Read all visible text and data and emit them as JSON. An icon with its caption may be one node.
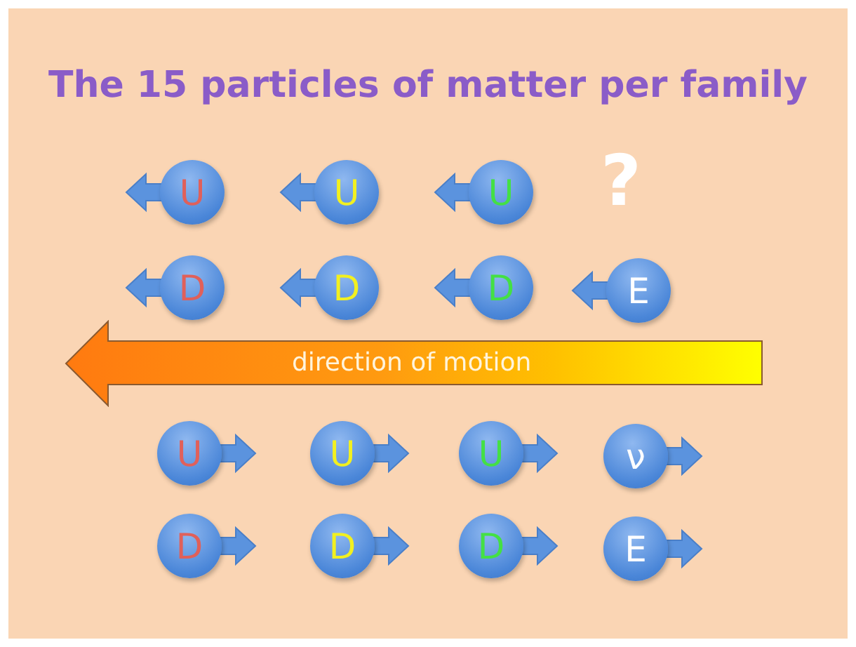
{
  "diagram": {
    "title": "The 15 particles of matter per family",
    "nodes": [
      {
        "text": [
          "U"
        ]
      },
      {
        "text": [
          "U"
        ]
      },
      {
        "text": [
          "U"
        ]
      },
      {
        "text": [
          "D"
        ]
      },
      {
        "text": [
          "D"
        ]
      },
      {
        "text": [
          "D"
        ]
      },
      {
        "text": [
          "E"
        ]
      },
      {
        "text": [
          "U"
        ]
      },
      {
        "text": [
          "U"
        ]
      },
      {
        "text": [
          "U"
        ]
      },
      {
        "text": [
          "ν"
        ]
      },
      {
        "text": [
          "D"
        ]
      },
      {
        "text": [
          "D"
        ]
      },
      {
        "text": [
          "D"
        ]
      },
      {
        "text": [
          "E"
        ]
      }
    ],
    "labels": [
      "?",
      "direction of motion"
    ]
  }
}
